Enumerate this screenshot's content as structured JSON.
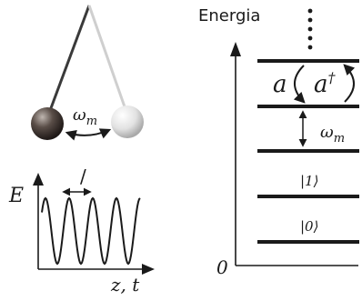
{
  "pendulum": {
    "freq_label_main": "ω",
    "freq_label_sub": "m"
  },
  "wave_plot": {
    "y_label": "E",
    "x_label": "z, t",
    "wavelength_mark": "/"
  },
  "energy_diagram": {
    "axis_label": "Energia",
    "origin_label": "0",
    "ladder_lowering": "a",
    "ladder_raising_main": "a",
    "ladder_raising_dagger": "†",
    "spacing_label_main": "ω",
    "spacing_label_sub": "m",
    "state_one_label": "|1⟩",
    "state_zero_label": "|0⟩"
  },
  "colors": {
    "ink": "#1a1a1a",
    "string_light": "#c8c8c8",
    "ball_dark": "#3b3330",
    "ball_light": "#e4e4e4"
  }
}
